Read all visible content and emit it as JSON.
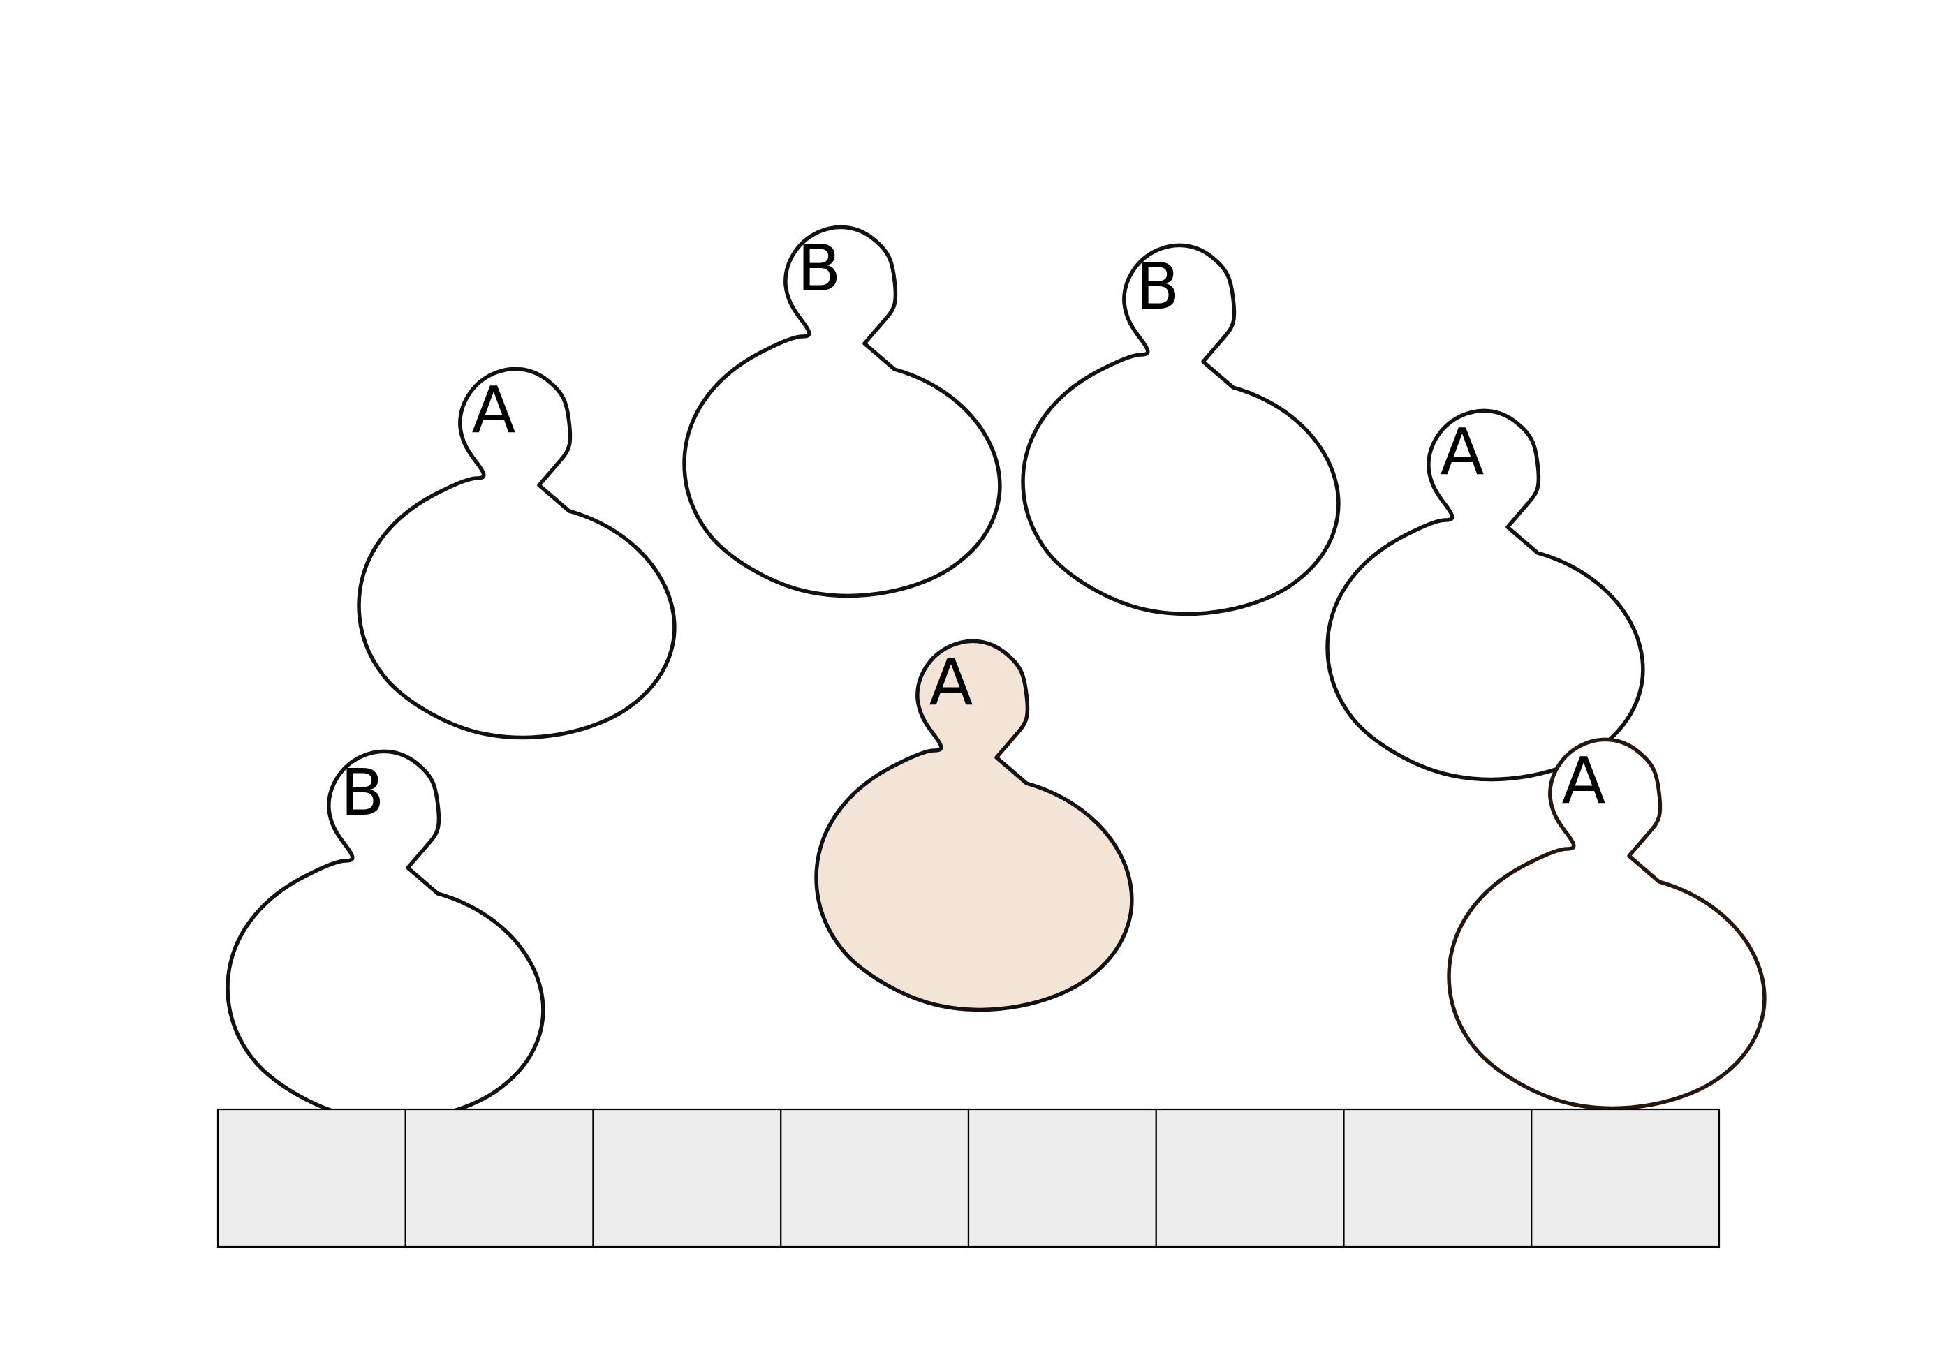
{
  "colors": {
    "background": "#ffffff",
    "figure_outline": "#111111",
    "figure_outline_dark_brown": "#24170f",
    "figure_fill_default": "#ffffff",
    "figure_fill_selected": "#f3e4d8",
    "slot_fill": "#ededed",
    "slot_border": "#000000"
  },
  "figures": [
    {
      "label": "A",
      "selected": false,
      "outline": "figure_outline"
    },
    {
      "label": "B",
      "selected": false,
      "outline": "figure_outline"
    },
    {
      "label": "B",
      "selected": false,
      "outline": "figure_outline"
    },
    {
      "label": "A",
      "selected": false,
      "outline": "figure_outline"
    },
    {
      "label": "B",
      "selected": false,
      "outline": "figure_outline"
    },
    {
      "label": "A",
      "selected": true,
      "outline": "figure_outline"
    },
    {
      "label": "A",
      "selected": false,
      "outline": "figure_outline_dark_brown"
    }
  ],
  "answer_slots": {
    "count": 8,
    "values": [
      "",
      "",
      "",
      "",
      "",
      "",
      "",
      ""
    ]
  }
}
